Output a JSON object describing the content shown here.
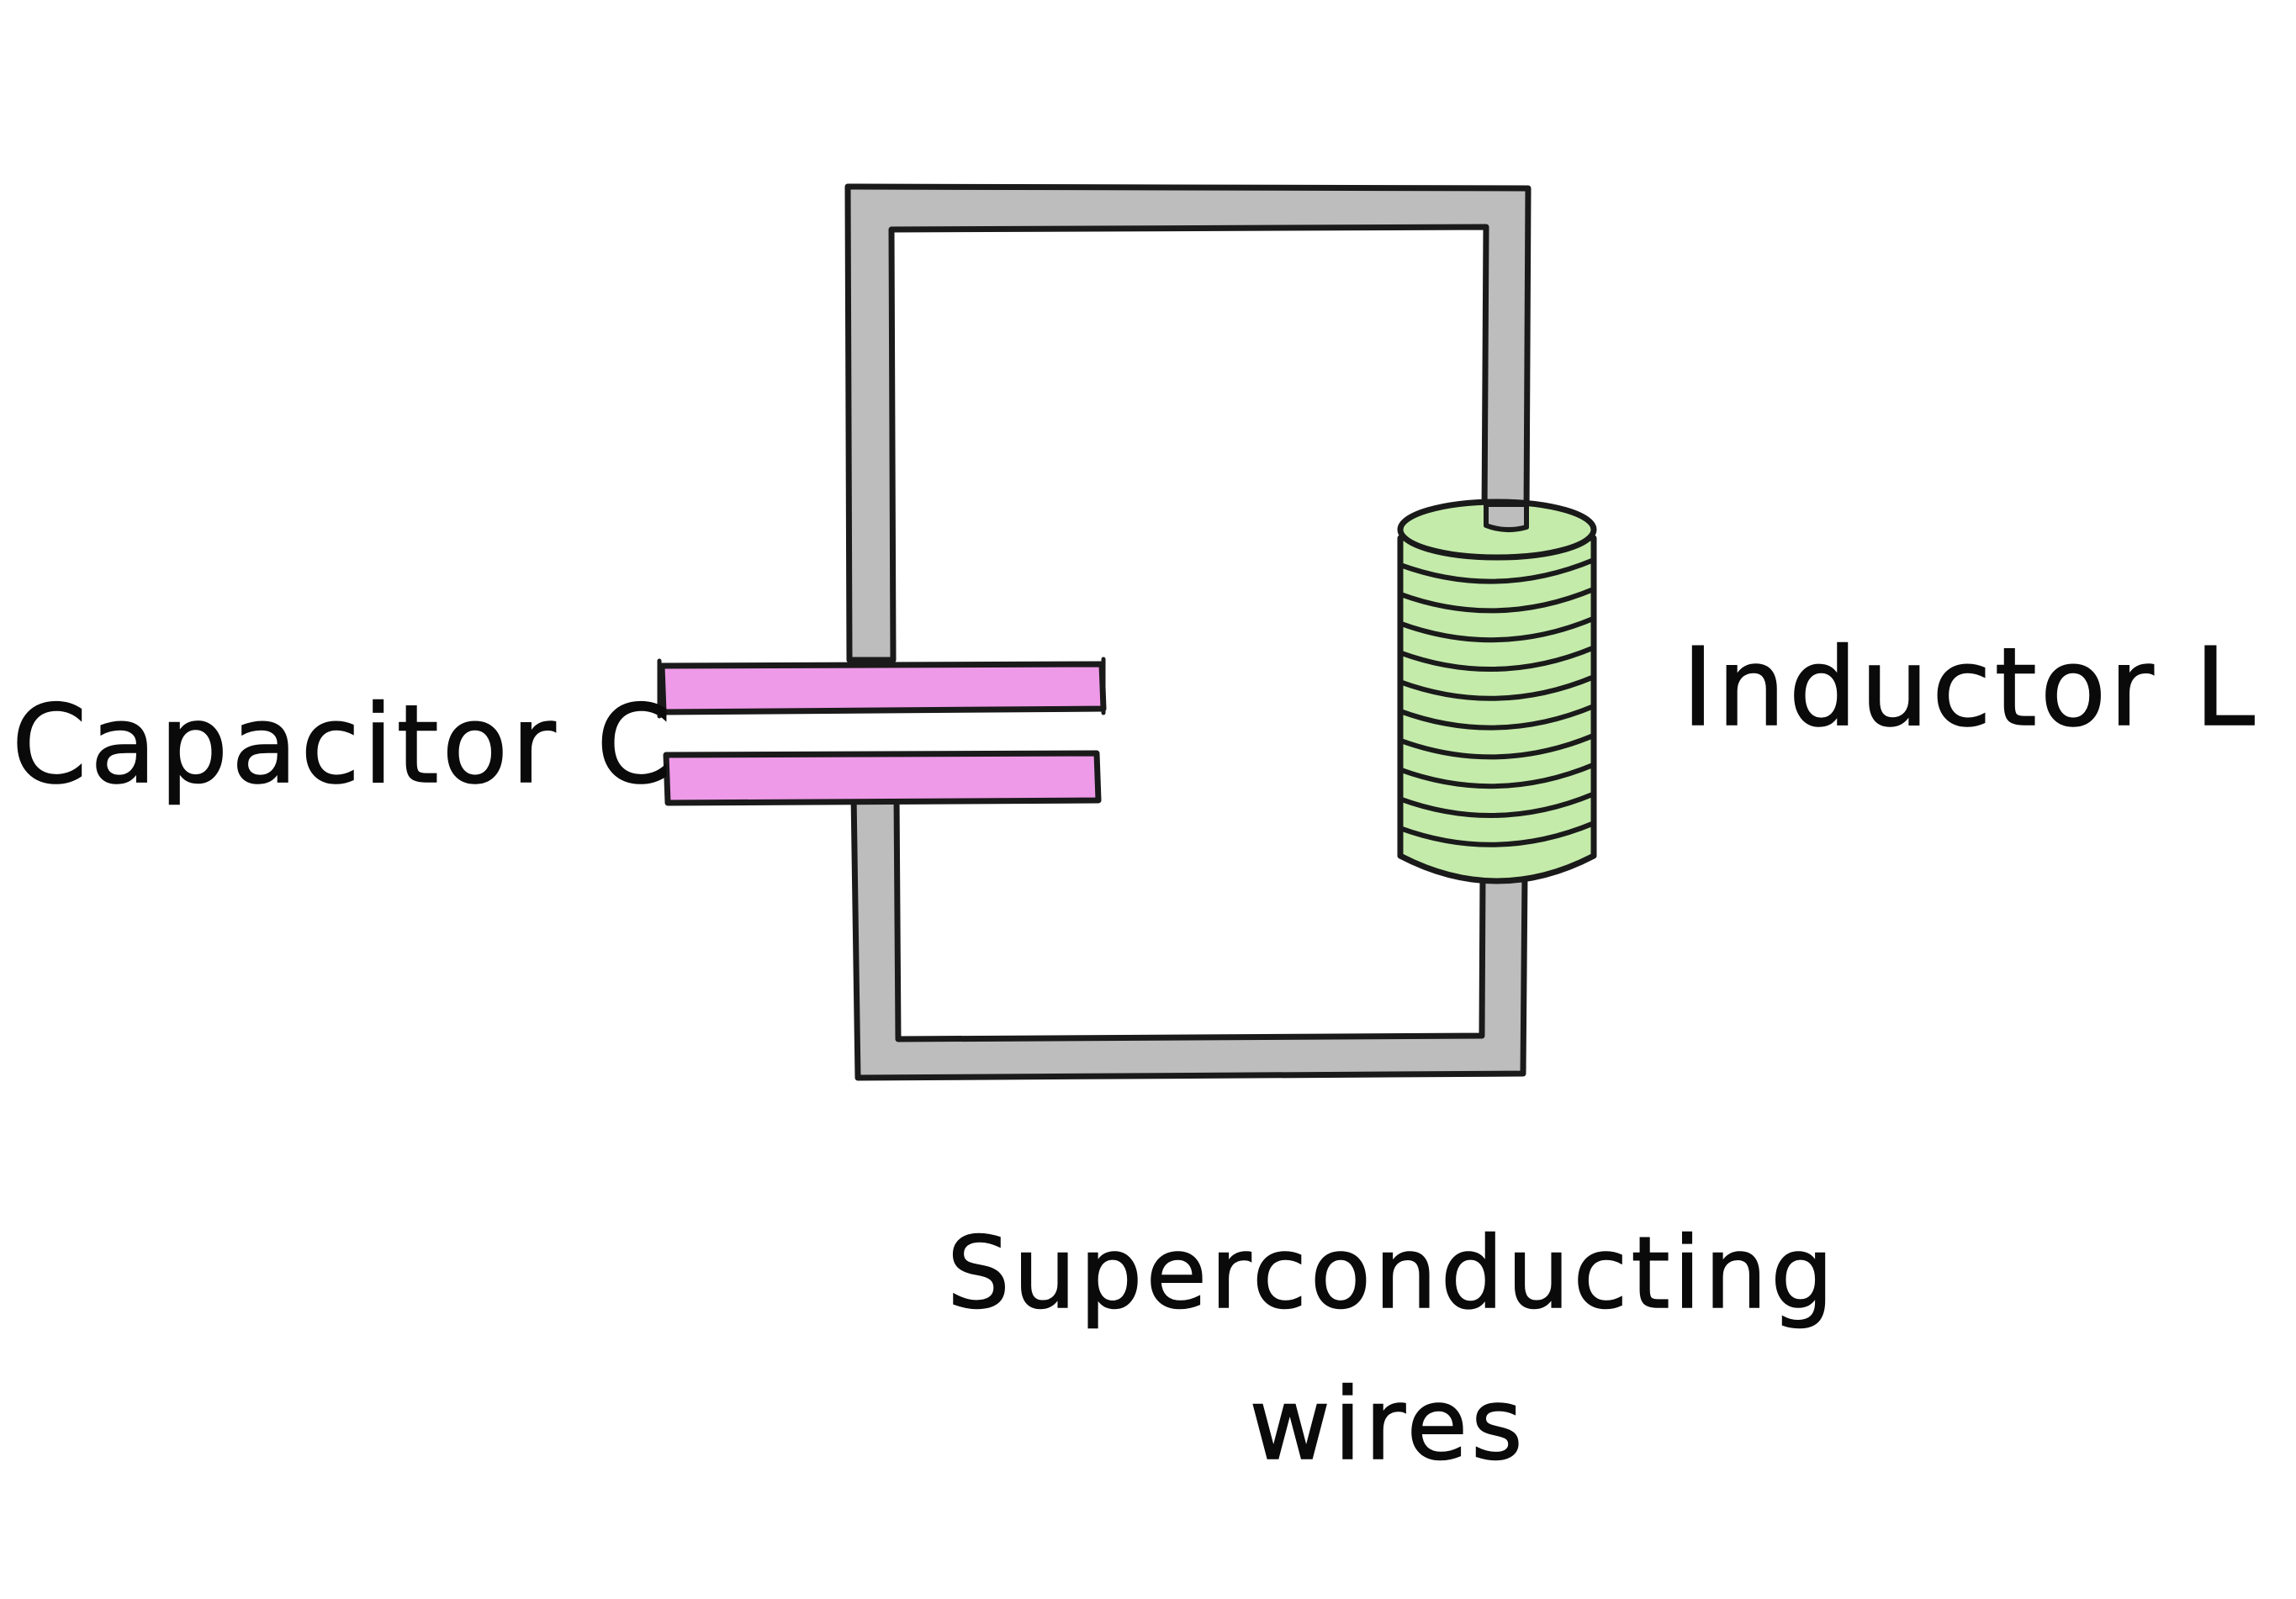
{
  "labels": {
    "capacitor": "Capacitor C",
    "inductor": "Inductor L",
    "wires_line1": "Superconducting",
    "wires_line2": "wires"
  },
  "colors": {
    "background": "#ffffff",
    "outline": "#1a1a1a",
    "wire_fill": "#bdbdbd",
    "capacitor_plate_fill": "#ee9ae8",
    "inductor_fill": "#c4ebaa"
  },
  "inductor": {
    "turns": 10
  }
}
